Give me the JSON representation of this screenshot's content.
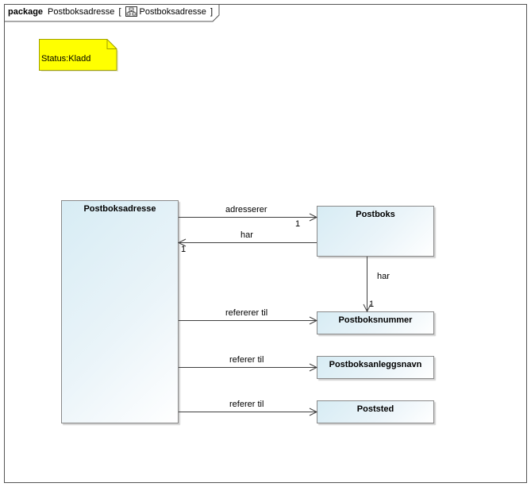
{
  "frame": {
    "keyword": "package",
    "name": "Postboksadresse",
    "bracket_open": "[",
    "diagram_name": "Postboksadresse",
    "bracket_close": "]"
  },
  "note": {
    "text": "Status:Kladd",
    "color": "#ffff00"
  },
  "classes": {
    "postboksadresse": "Postboksadresse",
    "postboks": "Postboks",
    "postboksnummer": "Postboksnummer",
    "postboksanleggsnavn": "Postboksanleggsnavn",
    "poststed": "Poststed"
  },
  "associations": {
    "adresserer": {
      "label": "adresserer",
      "multiplicity": "1"
    },
    "har_back": {
      "label": "har",
      "multiplicity": "1"
    },
    "har_down": {
      "label": "har",
      "multiplicity": "1"
    },
    "refererer_til": {
      "label": "refererer til"
    },
    "referer_til_1": {
      "label": "referer til"
    },
    "referer_til_2": {
      "label": "referer til"
    }
  },
  "colors": {
    "class_fill": "#d7ecf4",
    "line": "#404040"
  }
}
